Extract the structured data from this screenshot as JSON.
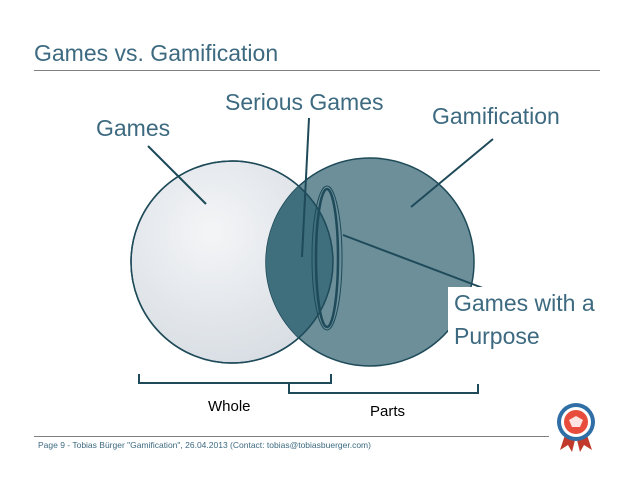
{
  "slide": {
    "title": "Games vs. Gamification"
  },
  "diagram": {
    "labels": {
      "games": "Games",
      "serious_games": "Serious Games",
      "gamification": "Gamification",
      "games_with_a_purpose": "Games with a Purpose"
    },
    "braces": {
      "whole": "Whole",
      "parts": "Parts"
    },
    "colors": {
      "games_circle": "#e7eaee",
      "gamification_circle": "#6c8f9a",
      "overlap": "#3f6e7c",
      "outline": "#1e4a59",
      "text": "#3d6a80"
    }
  },
  "footer": {
    "text": "Page 9 - Tobias Bürger \"Gamification\", 26.04.2013 (Contact: tobias@tobiasbuerger.com)"
  },
  "logo": {
    "icon": "rosette-badge-icon"
  }
}
